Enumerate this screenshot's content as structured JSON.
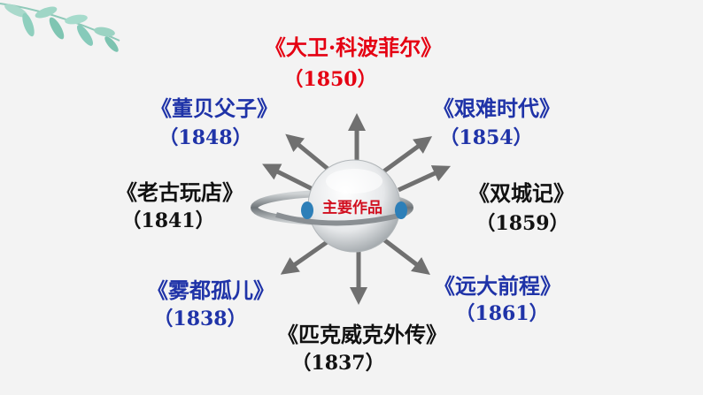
{
  "center": {
    "label": "主要作品"
  },
  "works": [
    {
      "title": "《大卫·科波菲尔》",
      "year": "（1850）",
      "color": "red"
    },
    {
      "title": "《董贝父子》",
      "year": "（1848）",
      "color": "blue"
    },
    {
      "title": "《艰难时代》",
      "year": "（1854）",
      "color": "blue"
    },
    {
      "title": "《老古玩店》",
      "year": "（1841）",
      "color": "black"
    },
    {
      "title": "《双城记》",
      "year": "（1859）",
      "color": "black"
    },
    {
      "title": "《雾都孤儿》",
      "year": "（1838）",
      "color": "blue"
    },
    {
      "title": "《远大前程》",
      "year": "（1861）",
      "color": "blue"
    },
    {
      "title": "《匹克威克外传》",
      "year": "（1837）",
      "color": "black"
    }
  ],
  "colors": {
    "red": "#e50012",
    "blue": "#1f33a8",
    "black": "#111111",
    "arrow": "#707070"
  }
}
